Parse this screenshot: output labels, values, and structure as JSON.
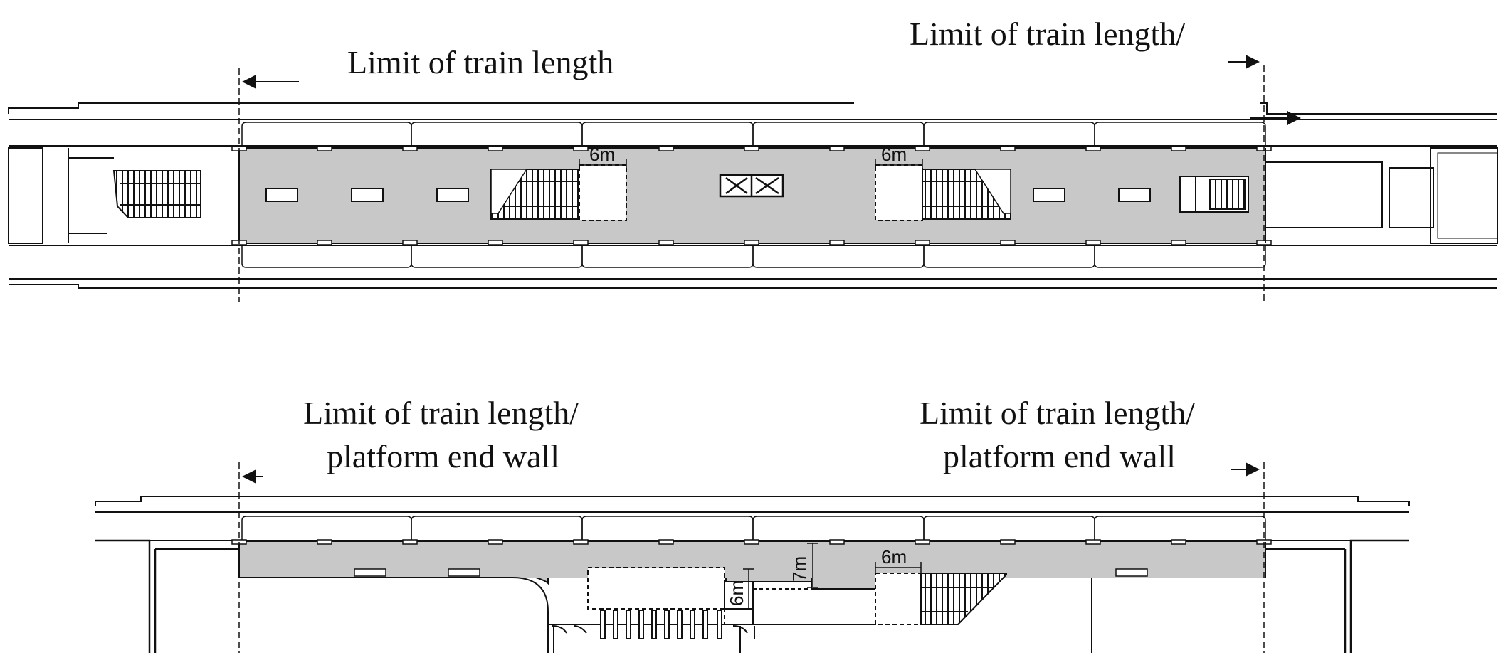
{
  "top_plan": {
    "label_left": "Limit of train length",
    "label_right": "Limit of train length/",
    "dim_left": "6m",
    "dim_right": "6m"
  },
  "bottom_plan": {
    "label_left_line1": "Limit of train length/",
    "label_left_line2": "platform end wall",
    "label_right_line1": "Limit of train length/",
    "label_right_line2": "platform end wall",
    "dim_horizontal": "6m",
    "dim_vertical_7": "7m",
    "dim_vertical_6": "6m"
  },
  "colors": {
    "platform_fill": "#c8c8c8",
    "line": "#111111"
  }
}
